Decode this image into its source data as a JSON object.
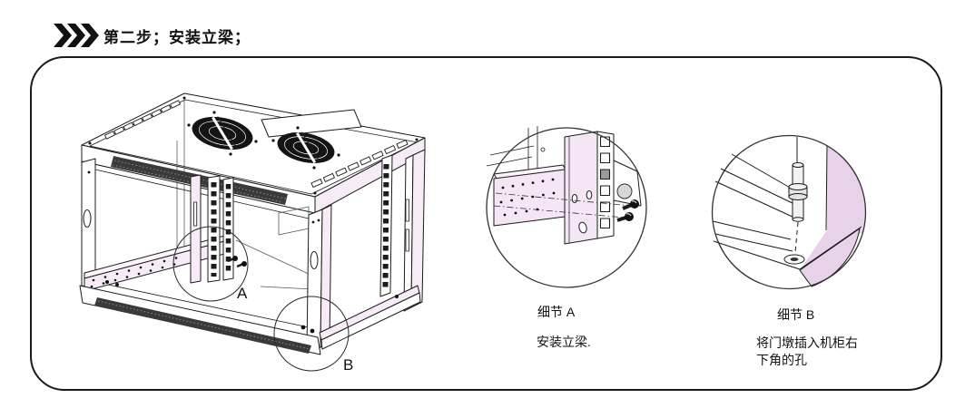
{
  "header": {
    "title": "第二步；安装立梁；",
    "arrows_icon": "triple-chevron-right"
  },
  "figure": {
    "main": {
      "label_a": "A",
      "label_b": "B"
    },
    "detail_a": {
      "caption": "细节 A",
      "description": "安装立梁."
    },
    "detail_b": {
      "caption": "细节 B",
      "description_line1": "将门墩插入机柜右",
      "description_line2": "下角的孔"
    }
  },
  "colors": {
    "line": "#1b1b1b",
    "pink_light": "#f6ebf7",
    "pink_medium": "#e7d2ea",
    "mesh_dark": "#3a3a3a",
    "fan_black": "#141414"
  }
}
